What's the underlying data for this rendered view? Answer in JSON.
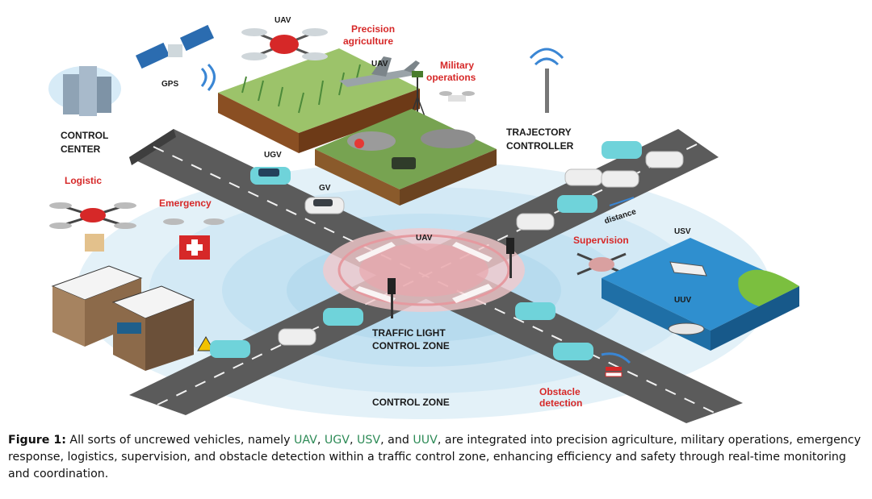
{
  "labels": {
    "uav_top": "UAV",
    "precision_agriculture": [
      "Precision",
      "agriculture"
    ],
    "uav_plane": "UAV",
    "military_operations": [
      "Military",
      "operations"
    ],
    "gps": "GPS",
    "control_center": [
      "CONTROL",
      "CENTER"
    ],
    "trajectory_controller": [
      "TRAJECTORY",
      "CONTROLLER"
    ],
    "ugv": "UGV",
    "gv": "GV",
    "logistic": "Logistic",
    "emergency": "Emergency",
    "uav_center": "UAV",
    "distance": "distance",
    "supervision": "Supervision",
    "usv": "USV",
    "uuv": "UUV",
    "traffic_light_zone": [
      "TRAFFIC LIGHT",
      "CONTROL ZONE"
    ],
    "control_zone": "CONTROL ZONE",
    "obstacle_detection": [
      "Obstacle",
      "detection"
    ]
  },
  "caption": {
    "label": "Figure 1:",
    "text_1": " All sorts of uncrewed vehicles, namely ",
    "uav": "UAV",
    "sep_1": ", ",
    "ugv": "UGV",
    "sep_2": ", ",
    "usv": "USV",
    "sep_3": ", and ",
    "uuv": "UUV",
    "text_2": ", are integrated into precision agriculture, military operations, emergency response, logistics, supervision, and obstacle detection within a traffic control zone, enhancing efficiency and safety through real-time monitoring and coordination."
  },
  "colors": {
    "road": "#5b5b5b",
    "zone": "#d8ecf6",
    "traffic_zone": "#f2c9cc",
    "water": "#2f8fcf",
    "grass": "#6c9a47",
    "label_red": "#d62828",
    "caption_highlight": "#2e8b57"
  },
  "icons": [
    "satellite-icon",
    "uav-icon",
    "plane-icon",
    "antenna-icon",
    "tower-icon",
    "building-icon",
    "car-icon",
    "boat-icon",
    "submarine-icon",
    "traffic-light-icon",
    "barrier-icon",
    "warning-icon"
  ]
}
